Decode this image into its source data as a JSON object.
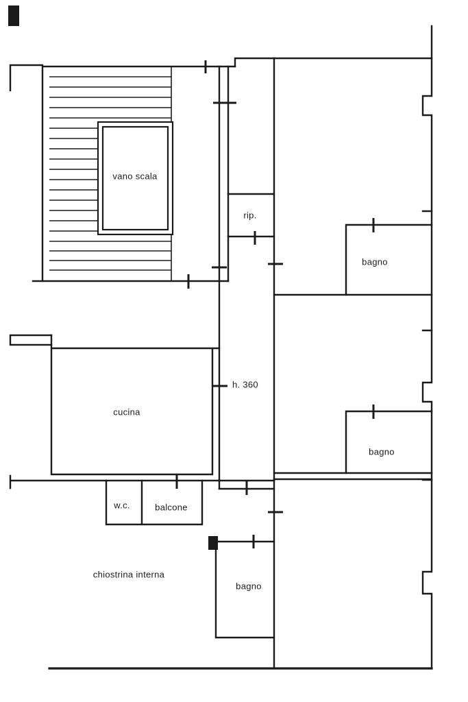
{
  "document": {
    "type": "architectural floor plan (scanned)",
    "language": "Italian"
  },
  "colors": {
    "ink": "#1b1b1b",
    "paper": "#ffffff"
  },
  "rooms": {
    "vano_scala": {
      "label": "vano scala"
    },
    "rip": {
      "label": "rip."
    },
    "bagno_upper": {
      "label": "bagno"
    },
    "corridor": {
      "label": "h. 360"
    },
    "cucina": {
      "label": "cucina"
    },
    "bagno_middle": {
      "label": "bagno"
    },
    "wc": {
      "label": "w.c."
    },
    "balcone": {
      "label": "balcone"
    },
    "chiostrina": {
      "label": "chiostrina interna"
    },
    "bagno_lower": {
      "label": "bagno"
    }
  }
}
